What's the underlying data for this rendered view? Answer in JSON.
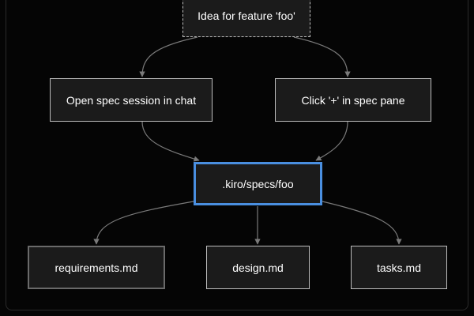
{
  "nodes": {
    "idea": "Idea for feature 'foo'",
    "chat": "Open spec session in chat",
    "pane": "Click '+' in spec pane",
    "specs": ".kiro/specs/foo",
    "requirements": "requirements.md",
    "design": "design.md",
    "tasks": "tasks.md"
  },
  "edges": [
    {
      "from": "Idea for feature 'foo'",
      "to": "Open spec session in chat"
    },
    {
      "from": "Idea for feature 'foo'",
      "to": "Click '+' in spec pane"
    },
    {
      "from": "Open spec session in chat",
      "to": ".kiro/specs/foo"
    },
    {
      "from": "Click '+' in spec pane",
      "to": ".kiro/specs/foo"
    },
    {
      "from": ".kiro/specs/foo",
      "to": "requirements.md"
    },
    {
      "from": ".kiro/specs/foo",
      "to": "design.md"
    },
    {
      "from": ".kiro/specs/foo",
      "to": "tasks.md"
    }
  ],
  "colors": {
    "background": "#050505",
    "node_fill": "#1b1b1b",
    "node_border": "#bdbdbd",
    "highlight_border": "#4a8fe0",
    "edge": "#7a7a7a",
    "text": "#ffffff"
  }
}
